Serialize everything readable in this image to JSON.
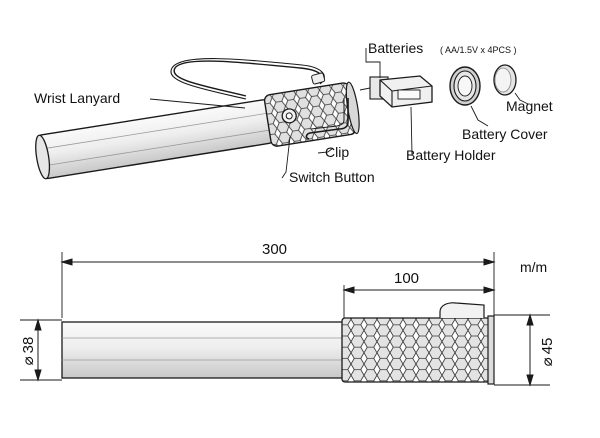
{
  "labels": {
    "batteries": "Batteries",
    "batteries_spec": "( AA/1.5V x 4PCS )",
    "wrist_lanyard": "Wrist Lanyard",
    "magnet": "Magnet",
    "battery_cover": "Battery Cover",
    "clip": "Clip",
    "battery_holder": "Battery Holder",
    "switch_button": "Switch Button"
  },
  "dimensions": {
    "overall_length": "300",
    "head_length": "100",
    "unit": "m/m",
    "body_diameter": "38",
    "head_diameter": "45",
    "diameter_symbol": "⌀"
  },
  "colors": {
    "stroke": "#1a1a1a",
    "body_fill": "#f2f2f2",
    "body_shade": "#c9c9c9",
    "head_fill": "#d6d6d6"
  }
}
